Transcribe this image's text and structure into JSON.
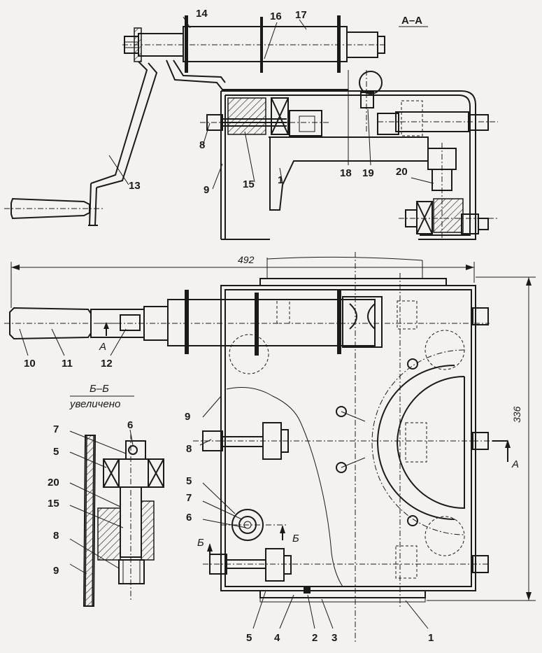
{
  "section_titles": {
    "aa": "А–А",
    "bb": "Б–Б",
    "bb_note": "увеличено"
  },
  "dimensions": {
    "width": "492",
    "height": "336"
  },
  "cut_marks": {
    "a_top": "А",
    "a_right": "А",
    "b_left": "Б",
    "b_right": "Б"
  },
  "callouts": {
    "top_view": [
      "14",
      "16",
      "17",
      "8",
      "9",
      "15",
      "1",
      "13",
      "18",
      "19",
      "20"
    ],
    "main_view": [
      "10",
      "11",
      "12",
      "9",
      "8",
      "5",
      "7",
      "6",
      "5",
      "4",
      "2",
      "3",
      "1"
    ],
    "detail_bb": [
      "7",
      "6",
      "5",
      "20",
      "15",
      "8",
      "9"
    ]
  }
}
